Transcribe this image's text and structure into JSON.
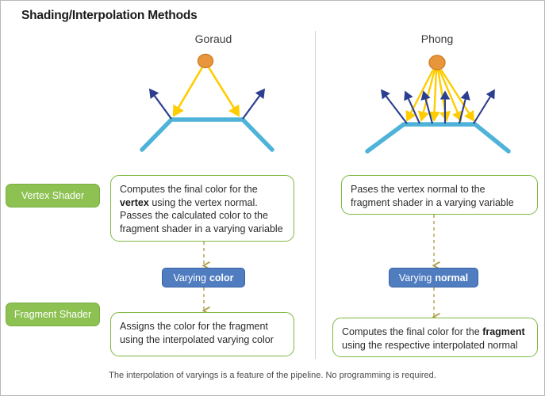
{
  "page": {
    "title": "Shading/Interpolation Methods",
    "footer_note": "The interpolation of varyings is a feature of the pipeline. No programming is required."
  },
  "columns": [
    {
      "id": "goraud",
      "header": "Goraud"
    },
    {
      "id": "phong",
      "header": "Phong"
    }
  ],
  "stages": [
    {
      "id": "vertex-shader",
      "label": "Vertex Shader"
    },
    {
      "id": "fragment-shader",
      "label": "Fragment Shader"
    }
  ],
  "goraud": {
    "vertex_box": {
      "line1_a": "Computes the final color for the",
      "line1_b": "vertex",
      "line1_c": " using the vertex normal.",
      "line2": "Passes the calculated color to the",
      "line3": "fragment shader in a varying variable"
    },
    "varying": {
      "prefix": "Varying",
      "name": "color"
    },
    "fragment_box": {
      "line1": "Assigns the color for the fragment",
      "line2": "using the interpolated varying color"
    }
  },
  "phong": {
    "vertex_box": {
      "line1": "Pases the vertex normal to the",
      "line2": "fragment shader in a varying variable"
    },
    "varying": {
      "prefix": "Varying",
      "name": "normal"
    },
    "fragment_box": {
      "line1_a": "Computes the final color for the ",
      "line1_b": "fragment",
      "line2": "using the respective interpolated normal"
    }
  },
  "diagram": {
    "light_source_label": "light-source",
    "light_ray_label": "light-ray",
    "normal_arrow_label": "surface-normal-arrow",
    "surface_label": "surface-polyline",
    "goraud_ray_count": 2,
    "goraud_normal_count": 2,
    "phong_ray_count": 6,
    "phong_normal_count": 6
  },
  "colors": {
    "light_source": "#E8963C",
    "light_source_stroke": "#D07E28",
    "light_ray": "#FFCC00",
    "normal_arrow": "#2C3E8F",
    "surface": "#4FB3D9",
    "stage_badge": "#8DC152",
    "text_box_border": "#7CB83F",
    "varying_badge": "#507CC0",
    "connector": "#B0A04C",
    "divider": "#D0D0D0",
    "page_border": "#B9B9B9"
  }
}
